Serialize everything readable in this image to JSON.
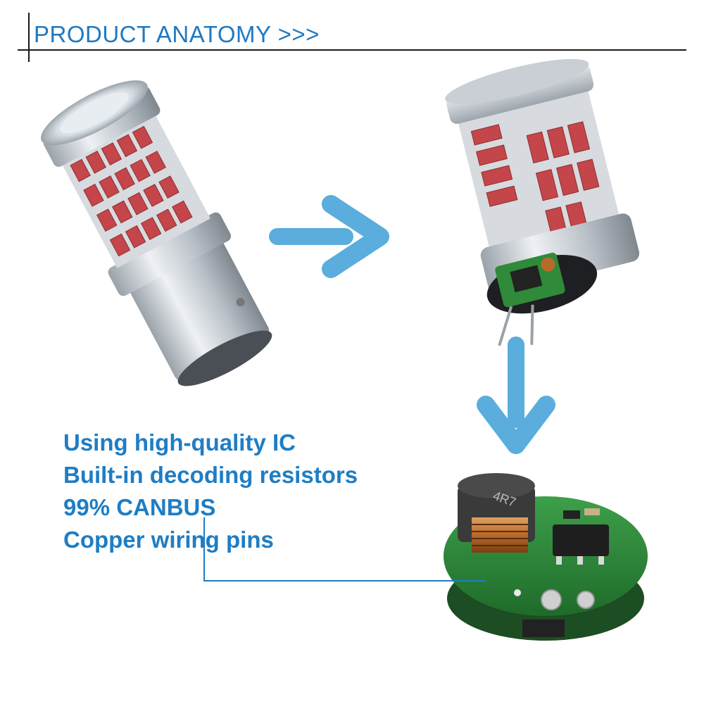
{
  "header": {
    "title": "PRODUCT ANATOMY >>>"
  },
  "features": [
    "Using high-quality IC",
    "Built-in decoding resistors",
    "99% CANBUS",
    "Copper wiring pins"
  ],
  "pcb": {
    "inductor_marking": "4R7"
  },
  "colors": {
    "accent_blue": "#1f7dc4",
    "arrow_blue": "#5aaddc",
    "led_red": "#c4464a",
    "pcb_green": "#2f8a3a",
    "aluminium": "#c8cdd2"
  }
}
